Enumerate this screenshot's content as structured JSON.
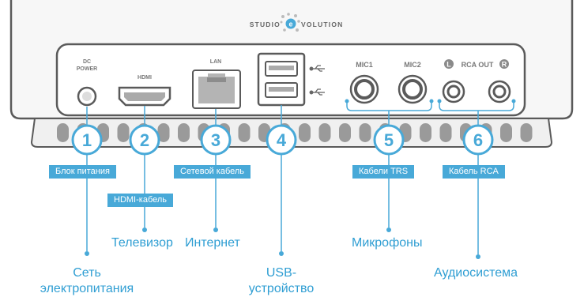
{
  "brand": {
    "left": "STUDIO",
    "right": "VOLUTION",
    "logo_letter": "e"
  },
  "ports": {
    "dc": {
      "line1": "DC",
      "line2": "POWER"
    },
    "hdmi": "HDMI",
    "lan": "LAN",
    "mic1": "MIC1",
    "mic2": "MIC2",
    "rca_out": "RCA OUT",
    "rca_left": "L",
    "rca_right": "R"
  },
  "callouts": [
    {
      "number": "1",
      "tag": "Блок питания",
      "destination_line1": "Сеть",
      "destination_line2": "электропитания"
    },
    {
      "number": "2",
      "tag": "HDMI-кабель",
      "destination_line1": "Телевизор"
    },
    {
      "number": "3",
      "tag": "Сетевой кабель",
      "destination_line1": "Интернет"
    },
    {
      "number": "4",
      "destination_line1": "USB-",
      "destination_line2": "устройство"
    },
    {
      "number": "5",
      "tag": "Кабели TRS",
      "destination_line1": "Микрофоны"
    },
    {
      "number": "6",
      "tag": "Кабель RCA",
      "destination_line1": "Аудиосистема"
    }
  ],
  "colors": {
    "accent": "#48a9d8",
    "text_accent": "#2f9ed3",
    "device_outline": "#5a5a5a",
    "panel_fill": "#ffffff",
    "vent_fill": "#9a9a9a"
  }
}
